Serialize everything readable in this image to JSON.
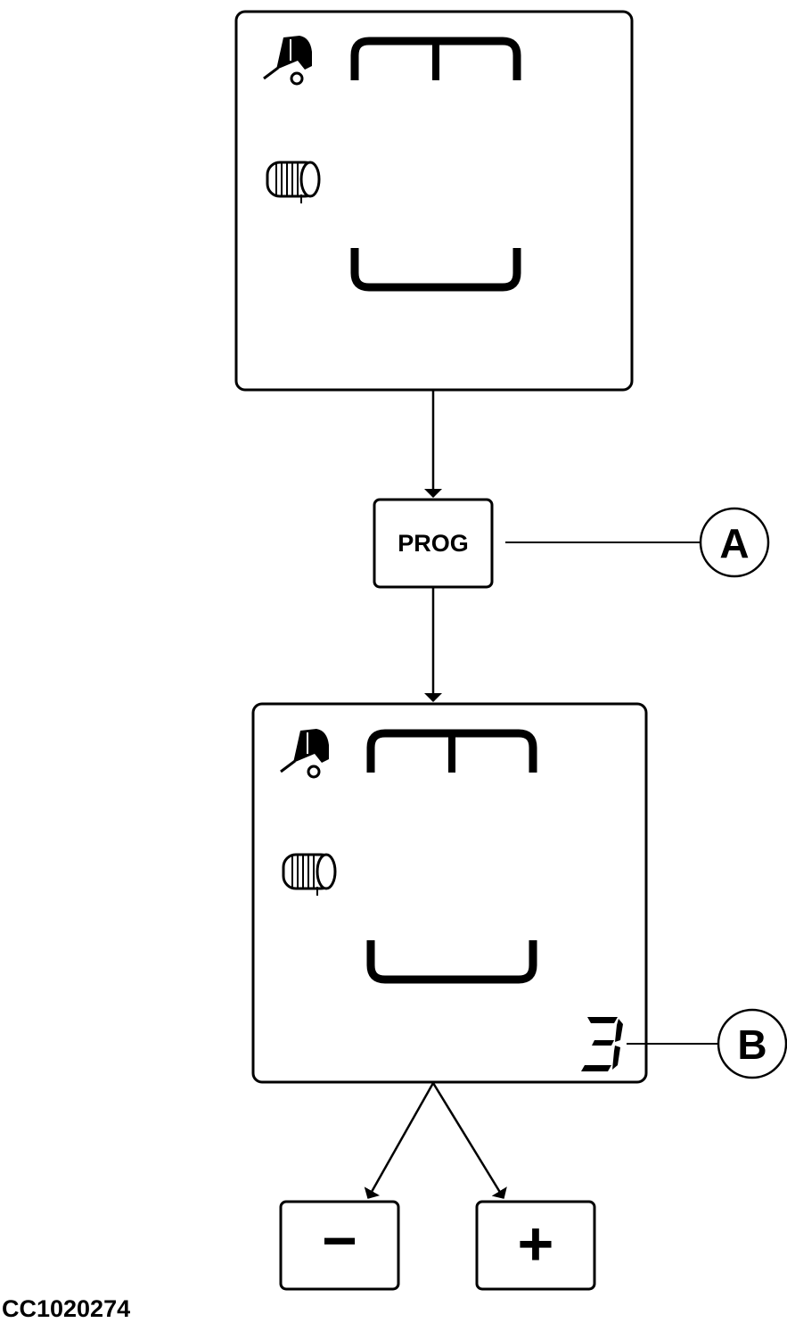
{
  "prog_button": {
    "label": "PROG"
  },
  "minus_button": {
    "label": "−"
  },
  "plus_button": {
    "label": "+"
  },
  "callouts": {
    "a": "A",
    "b": "B"
  },
  "display_bottom": {
    "digit": "3"
  },
  "figure_id": "CC1020274",
  "icons": {
    "baler": "baler-icon",
    "bale": "bale-icon"
  }
}
